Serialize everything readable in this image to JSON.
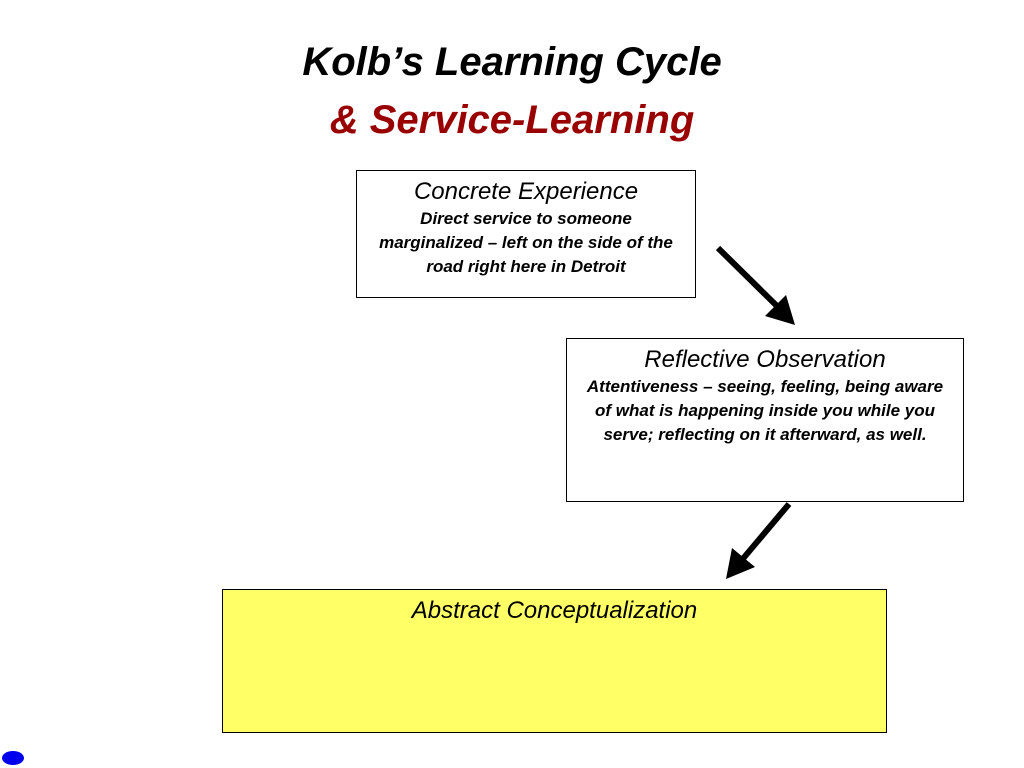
{
  "title": {
    "line1": "Kolb’s Learning Cycle",
    "line2": "& Service-Learning",
    "line1_color": "#000000",
    "line2_color": "#990000"
  },
  "boxes": {
    "concrete": {
      "heading": "Concrete Experience",
      "body": "Direct service to someone marginalized – left on the side of the road right here in Detroit"
    },
    "reflective": {
      "heading": "Reflective Observation",
      "body": "Attentiveness – seeing, feeling, being aware of what is happening inside you while you serve; reflecting on it afterward, as well."
    },
    "abstract": {
      "heading": "Abstract Conceptualization",
      "fill_color": "#ffff66"
    }
  },
  "arrows": [
    {
      "from": "Concrete Experience",
      "to": "Reflective Observation"
    },
    {
      "from": "Reflective Observation",
      "to": "Abstract Conceptualization"
    }
  ],
  "nav_dot_color": "#0000ee"
}
